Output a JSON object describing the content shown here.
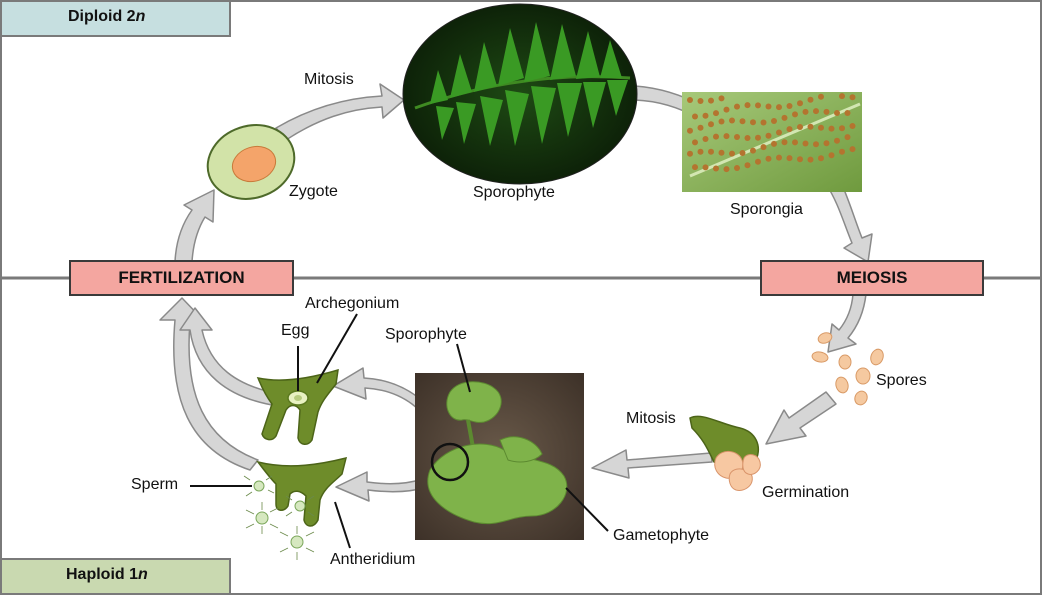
{
  "regions": {
    "diploid": {
      "label": "Diploid 2",
      "suffix": "n",
      "color": "#c6dfe0"
    },
    "haploid": {
      "label": "Haploid 1",
      "suffix": "n",
      "color": "#c9d9b0"
    }
  },
  "stages": {
    "fertilization": "FERTILIZATION",
    "meiosis": "MEIOSIS"
  },
  "labels": {
    "mitosis_top": "Mitosis",
    "zygote": "Zygote",
    "sporophyte_top": "Sporophyte",
    "sporongia": "Sporongia",
    "spores": "Spores",
    "mitosis_bottom": "Mitosis",
    "germination": "Germination",
    "gametophyte": "Gametophyte",
    "sporophyte_bottom": "Sporophyte",
    "archegonium": "Archegonium",
    "egg": "Egg",
    "sperm": "Sperm",
    "antheridium": "Antheridium"
  },
  "colors": {
    "stage_box": "#f4a6a0",
    "arrow_fill": "#d6d6d6",
    "arrow_stroke": "#8a8a8a",
    "plant_green": "#6e8c2a",
    "spore": "#f5c9a0"
  }
}
